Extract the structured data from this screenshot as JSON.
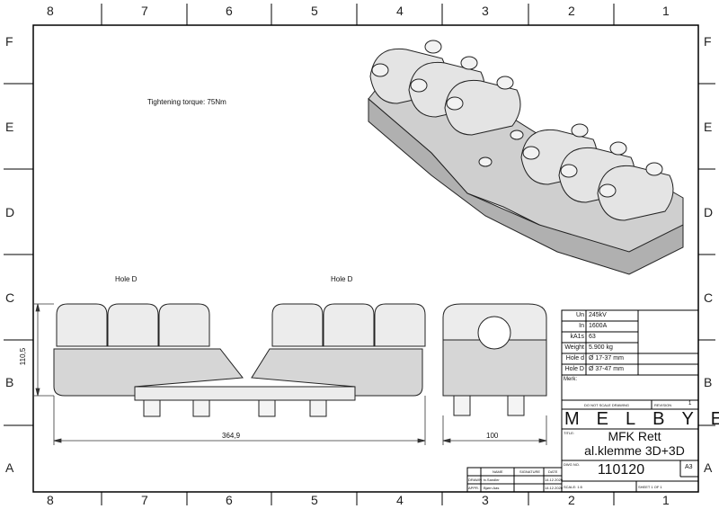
{
  "zones": {
    "columns": [
      "8",
      "7",
      "6",
      "5",
      "4",
      "3",
      "2",
      "1"
    ],
    "rows": [
      "F",
      "E",
      "D",
      "C",
      "B",
      "A"
    ]
  },
  "notes": {
    "tightening_torque": "Tightening torque: 75Nm",
    "hole_label_left": "Hole D",
    "hole_label_right": "Hole D"
  },
  "dimensions": {
    "length": "364,9",
    "height": "110,5",
    "width": "100"
  },
  "specs": [
    {
      "label": "Un",
      "value": "245kV"
    },
    {
      "label": "In",
      "value": "1600A"
    },
    {
      "label": "kA1s",
      "value": "63"
    },
    {
      "label": "Weight",
      "value": "5.900 kg"
    },
    {
      "label": "Hole d",
      "value": "Ø 17-37 mm"
    },
    {
      "label": "Hole D",
      "value": "Ø 37-47 mm"
    }
  ],
  "title_block": {
    "merk_label": "Merk:",
    "do_not_scale": "DO NOT SCALE DRAWING",
    "revision_label": "REVISION",
    "revision": "1",
    "company": "MELBYE",
    "title_label": "TITLE:",
    "title_line1": "MFK Rett",
    "title_line2": "al.klemme 3D+3D",
    "dwg_label": "DWG NO.",
    "dwg_no": "110120",
    "size": "A3",
    "scale": "SCALE: 1:5",
    "sheet": "SHEET 1 OF 1",
    "sign_table": {
      "headers": [
        "",
        "NAME",
        "SIGNATURE",
        "DATE"
      ],
      "rows": [
        [
          "DRAWN",
          "tv.Sandler",
          "",
          "14.12.2020"
        ],
        [
          "APPR.",
          "Bjørn Aas",
          "",
          "14.12.2020"
        ]
      ]
    }
  }
}
